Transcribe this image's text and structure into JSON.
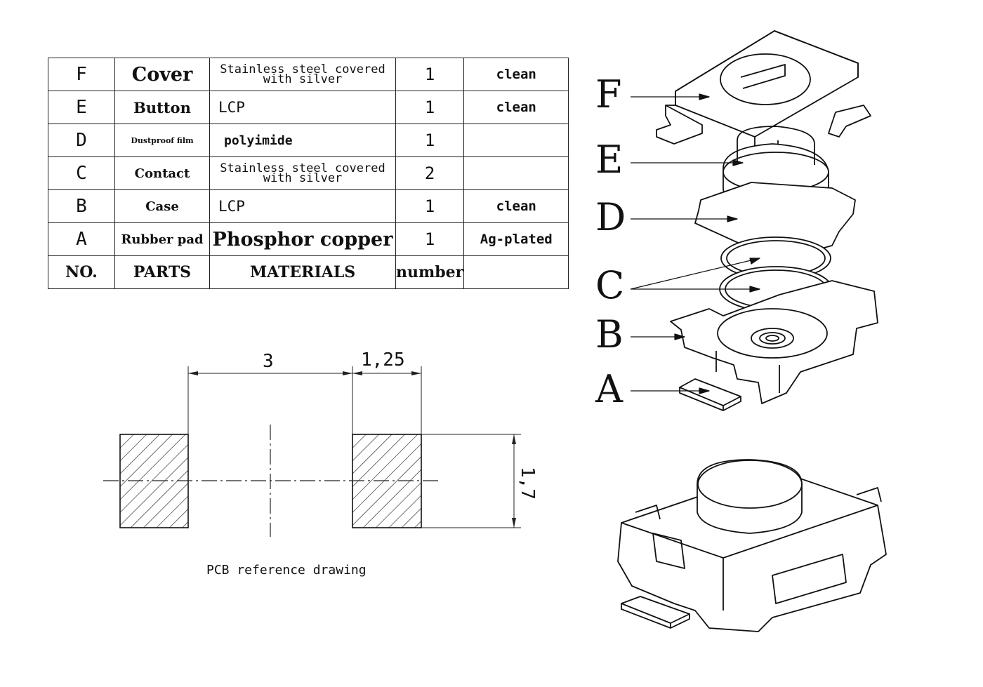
{
  "parts_table": {
    "rows": [
      {
        "no": "F",
        "part": "Cover",
        "material": [
          "Stainless steel covered",
          "with silver"
        ],
        "number": "1",
        "note": "clean"
      },
      {
        "no": "E",
        "part": "Button",
        "material": [
          "LCP"
        ],
        "number": "1",
        "note": "clean"
      },
      {
        "no": "D",
        "part": "Dustproof film",
        "material": [
          "polyimide"
        ],
        "number": "1",
        "note": ""
      },
      {
        "no": "C",
        "part": "Contact",
        "material": [
          "Stainless steel covered",
          "with silver"
        ],
        "number": "2",
        "note": ""
      },
      {
        "no": "B",
        "part": "Case",
        "material": [
          "LCP"
        ],
        "number": "1",
        "note": "clean"
      },
      {
        "no": "A",
        "part": "Rubber pad",
        "material": [
          "Phosphor copper"
        ],
        "number": "1",
        "note": "Ag-plated"
      }
    ],
    "header": {
      "no": "NO.",
      "part": "PARTS",
      "material": "MATERIALS",
      "number": "number",
      "note": ""
    }
  },
  "pcb_drawing": {
    "caption": "PCB reference drawing",
    "dim_gap": "3",
    "dim_pad_width": "1,25",
    "dim_pad_height": "1,7"
  },
  "exploded_view": {
    "labels": [
      "F",
      "E",
      "D",
      "C",
      "B",
      "A"
    ]
  }
}
